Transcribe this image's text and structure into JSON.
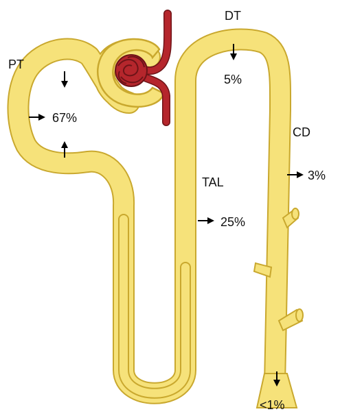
{
  "colors": {
    "tubule_fill": "#F6E27A",
    "tubule_outline": "#C9A82E",
    "vessel_fill": "#B5262C",
    "vessel_outline": "#6E1418",
    "arrow": "#000000"
  },
  "segments": {
    "pt": "PT",
    "dt": "DT",
    "tal": "TAL",
    "cd": "CD"
  },
  "reabsorption": {
    "pt": "67%",
    "dt": "5%",
    "tal": "25%",
    "cd": "3%",
    "excreted": "<1%"
  },
  "arrow_icon": "arrow-icon"
}
